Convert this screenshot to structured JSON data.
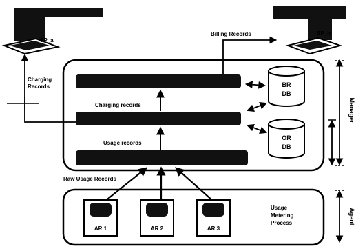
{
  "nodes": {
    "sp_a": "SP_a",
    "sp_b": "SP_b",
    "br_db": [
      "BR",
      "DB"
    ],
    "or_db": [
      "OR",
      "DB"
    ],
    "ar": [
      "AR 1",
      "AR 2",
      "AR 3"
    ]
  },
  "edge_labels": {
    "billing_records": "Billing Records",
    "charging_records_side": [
      "Charging",
      "Records"
    ],
    "charging_records": "Charging records",
    "usage_records": "Usage records",
    "raw_usage_records": "Raw Usage Records"
  },
  "process_label": [
    "Usage",
    "Metering",
    "Process"
  ],
  "side_labels": {
    "manager": "Manager",
    "agent": "Agent"
  }
}
